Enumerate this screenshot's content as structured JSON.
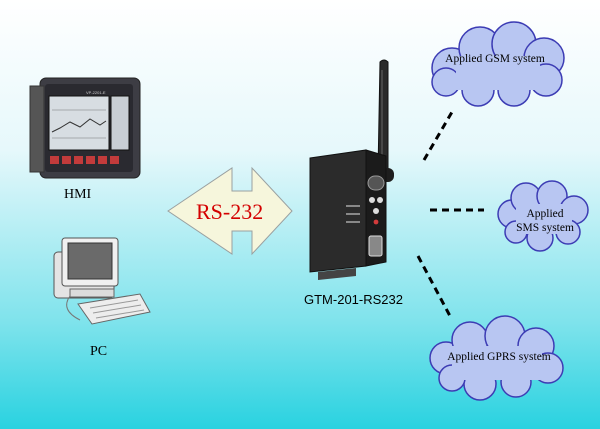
{
  "labels": {
    "hmi": "HMI",
    "pc": "PC",
    "arrow": "RS-232",
    "device": "GTM-201-RS232",
    "hmi_screen": "VP-2201-E"
  },
  "clouds": [
    {
      "line1": "Applied GSM system",
      "line2": ""
    },
    {
      "line1": "Applied",
      "line2": "SMS system"
    },
    {
      "line1": "Applied GPRS system",
      "line2": ""
    }
  ],
  "colors": {
    "cloud_fill": "#b8c6f2",
    "cloud_stroke": "#3c3cb4",
    "arrow_fill": "#f6f6dc",
    "arrow_text": "#d40000",
    "bg_top": "#ffffff",
    "bg_bottom": "#29d2e0"
  }
}
